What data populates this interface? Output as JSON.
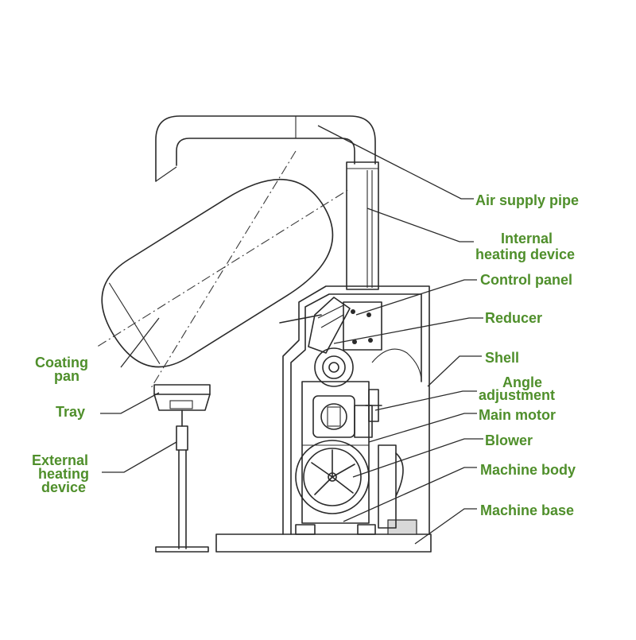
{
  "colors": {
    "label": "#4f8f2b",
    "line": "#2a2a2a",
    "background": "#ffffff"
  },
  "labels": {
    "air_supply_pipe": "Air supply pipe",
    "internal_heating_1": "Internal",
    "internal_heating_2": "heating device",
    "control_panel": "Control panel",
    "reducer": "Reducer",
    "shell": "Shell",
    "angle_adjustment_1": "Angle",
    "angle_adjustment_2": "adjustment",
    "main_motor": "Main motor",
    "blower": "Blower",
    "machine_body": "Machine body",
    "machine_base": "Machine base",
    "coating_pan_1": "Coating",
    "coating_pan_2": "pan",
    "tray": "Tray",
    "external_heating_1": "External",
    "external_heating_2": "heating",
    "external_heating_3": "device"
  }
}
